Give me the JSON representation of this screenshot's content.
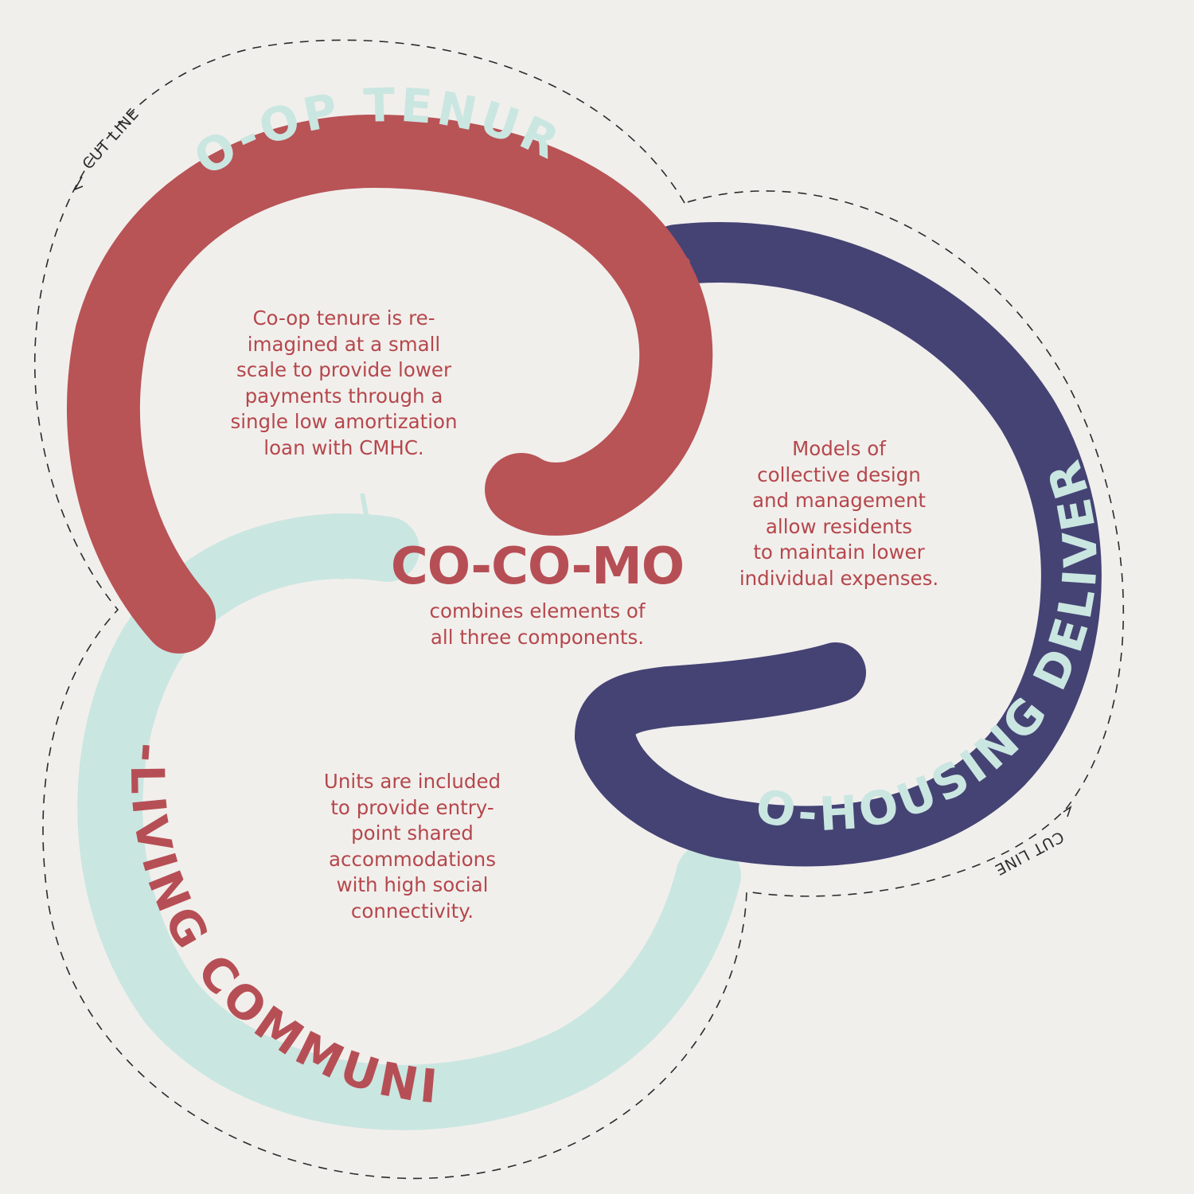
{
  "colors": {
    "background": "#f1efec",
    "coop_red": "#b85356",
    "cohousing_navy": "#454374",
    "coliving_mint": "#cae6e1",
    "text_red": "#b5474c",
    "cut_line": "#2b2b2b"
  },
  "arcs": {
    "coop": {
      "title": "CO-OP TENURE",
      "title_color": "#cae6e1"
    },
    "cohousing": {
      "title": "CO-HOUSING DELIVERY",
      "title_color": "#cae6e1"
    },
    "coliving": {
      "title": "CO-LIVING COMMUNITY",
      "title_color": "#b64f55"
    }
  },
  "cut_labels": {
    "top_left": "CUT LINE",
    "bottom_right": "CUT LINE"
  },
  "descriptions": {
    "coop": "Co-op tenure is re-\nimagined at a small\nscale to provide lower\npayments through a\nsingle low amortization\nloan with CMHC.",
    "cohousing": "Models of\ncollective design\nand management\nallow residents\nto maintain lower\nindividual expenses.",
    "coliving": "Units are included\nto provide entry-\npoint shared\naccommodations\nwith high social\nconnectivity."
  },
  "center": {
    "title": "CO-CO-MO",
    "subtitle": "combines elements of\nall three components."
  }
}
